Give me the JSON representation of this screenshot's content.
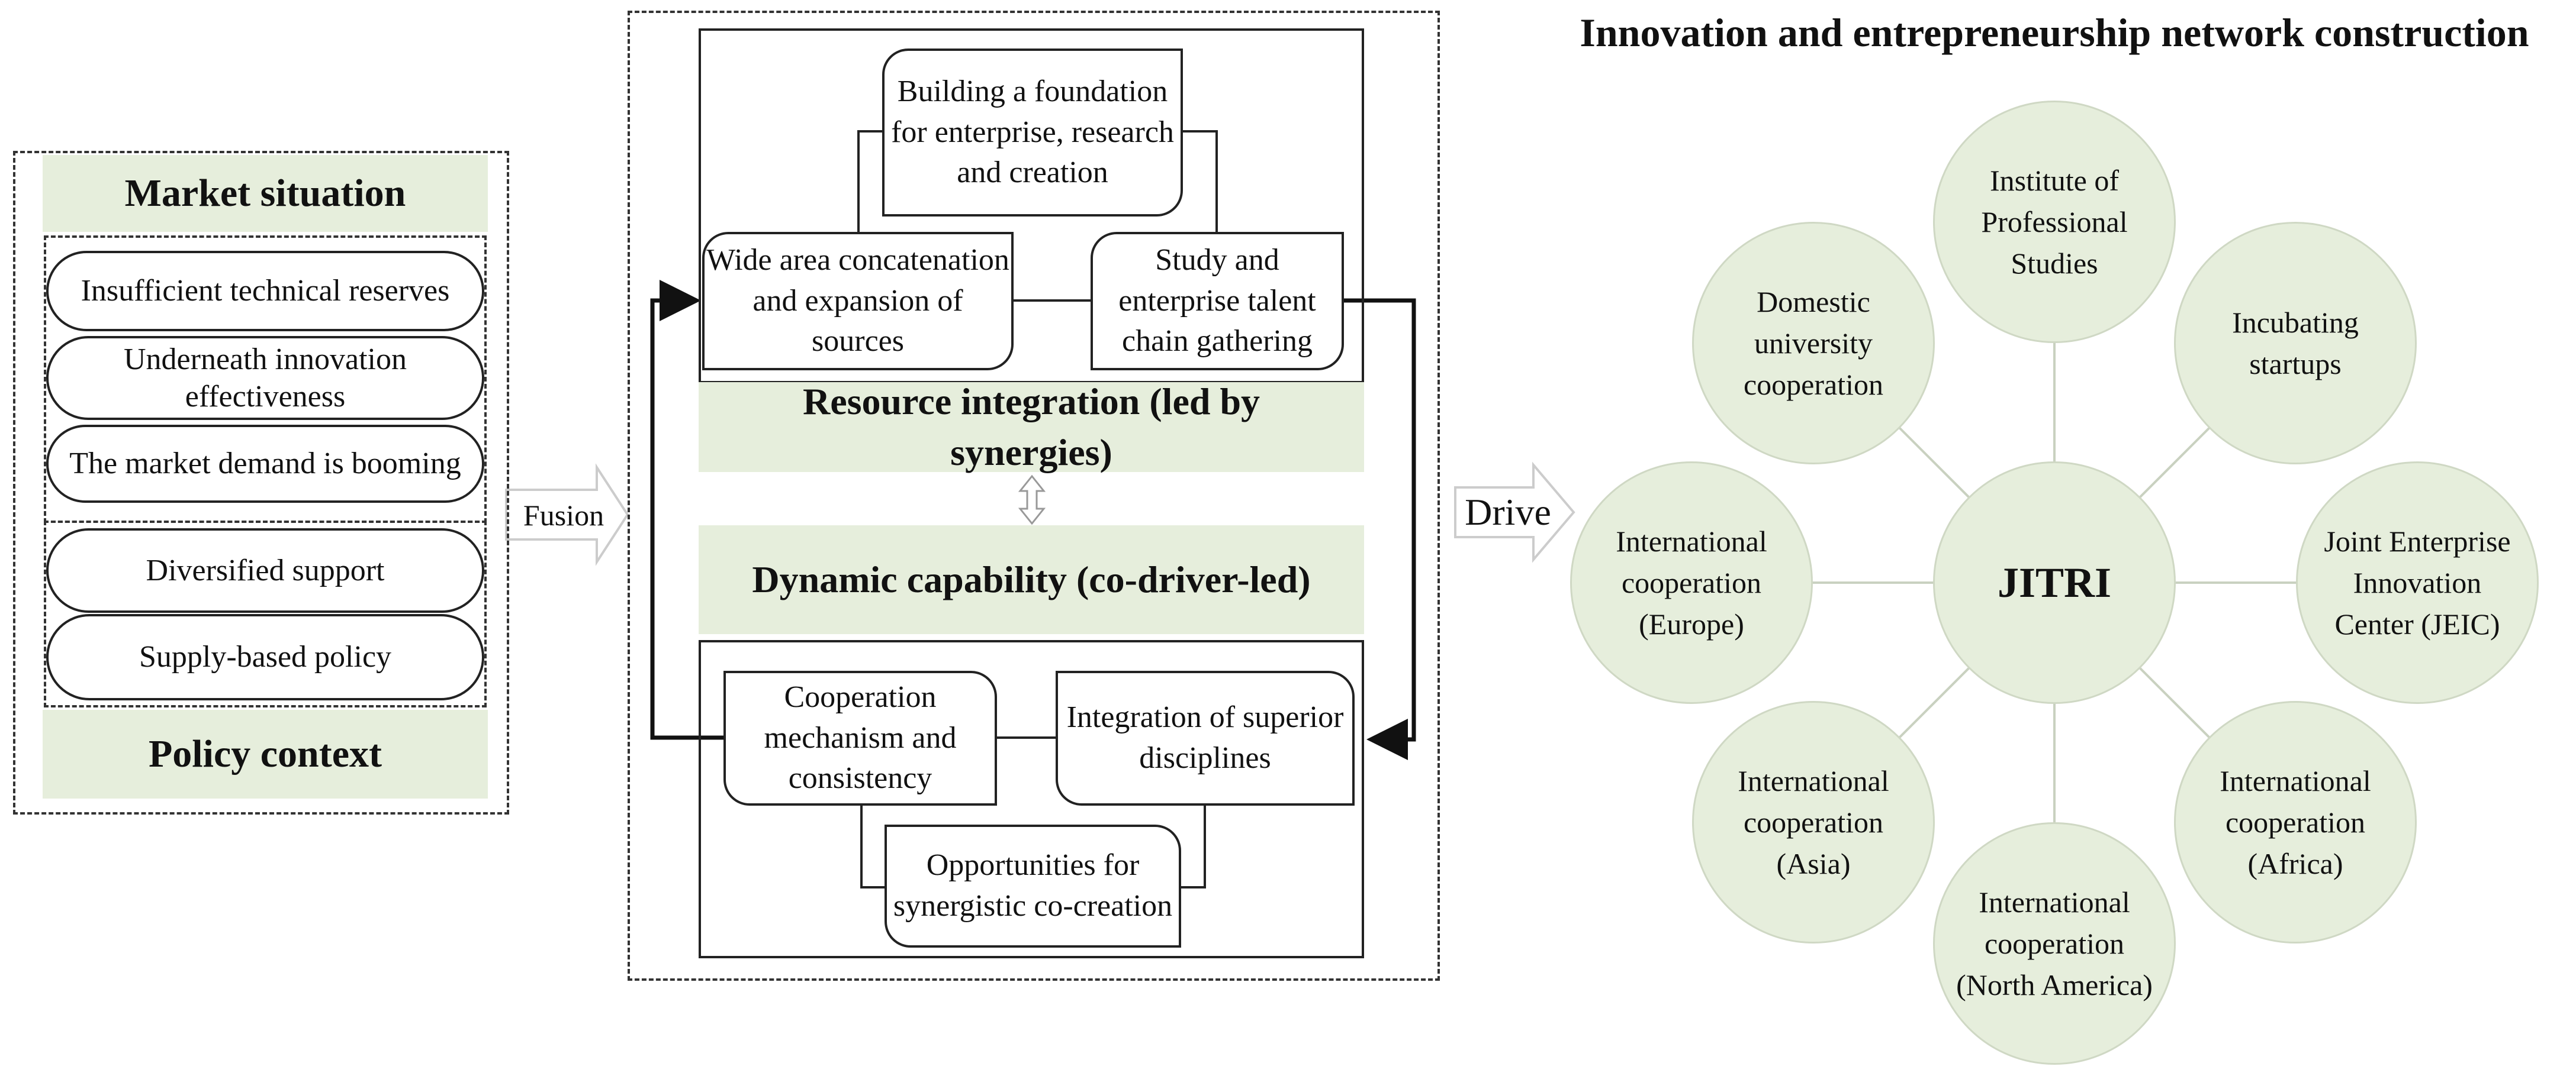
{
  "left_panel": {
    "market_title": "Market situation",
    "market_items": [
      "Insufficient technical reserves",
      "Underneath innovation effectiveness",
      "The market demand is booming"
    ],
    "policy_items": [
      "Diversified support",
      "Supply-based policy"
    ],
    "policy_title": "Policy context"
  },
  "arrows": {
    "fusion": "Fusion",
    "drive": "Drive"
  },
  "middle_panel": {
    "top_box": {
      "building": "Building a foundation for enterprise, research and creation",
      "wide_area": "Wide area concatenation and expansion of sources",
      "study": "Study and enterprise talent chain gathering"
    },
    "resource_title": "Resource integration (led by synergies)",
    "dynamic_title": "Dynamic capability (co-driver-led)",
    "bottom_box": {
      "cooperation": "Cooperation mechanism and consistency",
      "integration": "Integration of superior disciplines",
      "opportunities": "Opportunities for synergistic co-creation"
    }
  },
  "right_panel": {
    "title": "Innovation and entrepreneurship network construction",
    "center": "JITRI",
    "nodes": {
      "top": "Institute of Professional Studies",
      "top_right": "Incubating startups",
      "right": "Joint Enterprise Innovation Center (JEIC)",
      "bottom_right": "International cooperation (Africa)",
      "bottom": "International cooperation (North America)",
      "bottom_left": "International cooperation (Asia)",
      "left": "International cooperation (Europe)",
      "top_left": "Domestic university cooperation"
    }
  },
  "colors": {
    "band_fill": "#e6eedc",
    "circle_fill": "#e6eedc",
    "line": "#222222",
    "spoke": "#c9d1c0"
  }
}
